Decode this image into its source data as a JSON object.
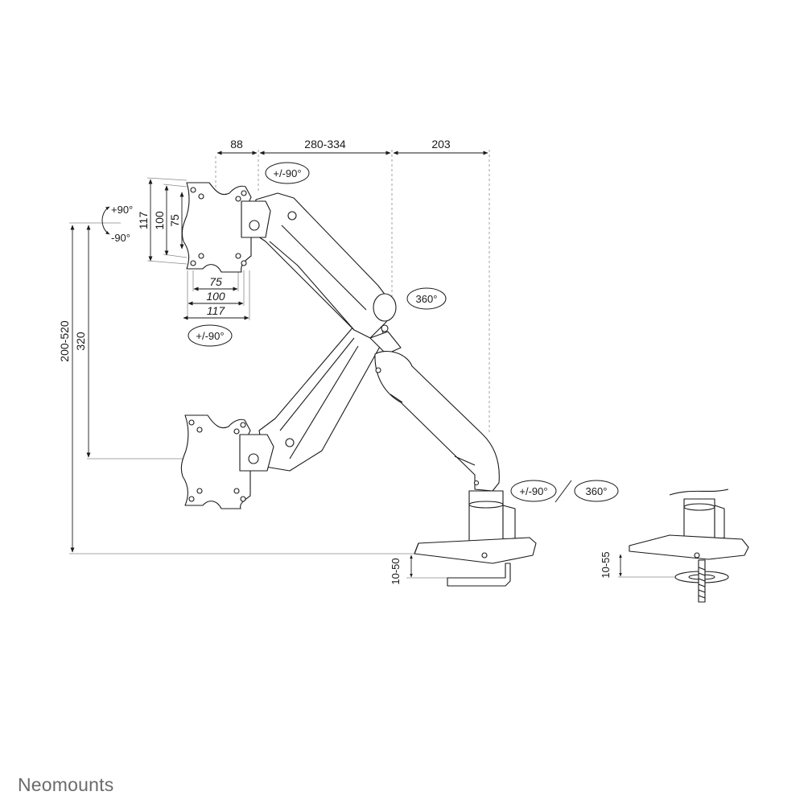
{
  "dimensions": {
    "top_offset": "88",
    "top_reach": "280-334",
    "top_depth": "203",
    "vesa_h_outer": "117",
    "vesa_h_mid": "100",
    "vesa_h_inner": "75",
    "vesa_w_inner": "75",
    "vesa_w_mid": "100",
    "vesa_w_outer": "117",
    "height_range": "200-520",
    "height_travel": "320",
    "clamp_range": "10-50",
    "grommet_range": "10-55"
  },
  "rotations": {
    "tilt_up": "+90°",
    "tilt_down": "-90°",
    "swivel_head": "+/-90°",
    "rotate_plate": "+/-90°",
    "elbow": "360°",
    "base_swivel": "+/-90°",
    "base_rotate": "360°"
  },
  "brand": "Neomounts",
  "colors": {
    "line": "#1a1a1a",
    "guide": "#8a8a8a",
    "brand": "#6b6b6b"
  }
}
